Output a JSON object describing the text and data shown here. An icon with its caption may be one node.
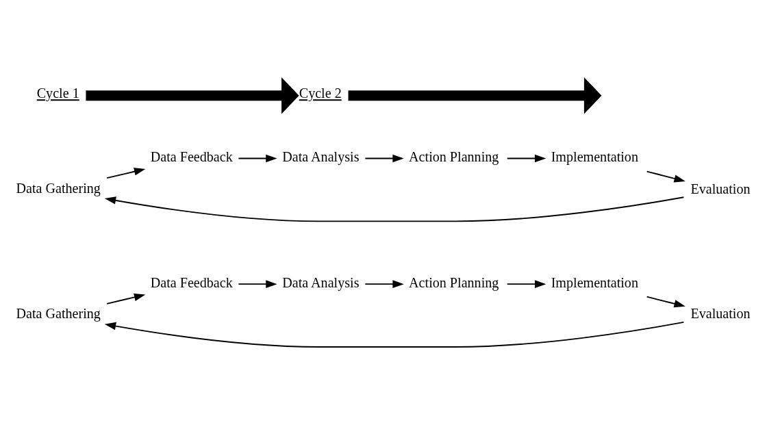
{
  "diagram": {
    "nodes": [
      {
        "text": [
          "Data Gathering"
        ]
      },
      {
        "text": [
          "Data Feedback"
        ]
      },
      {
        "text": [
          "Data Analysis"
        ]
      },
      {
        "text": [
          "Action Planning"
        ]
      },
      {
        "text": [
          "Implementation"
        ]
      },
      {
        "text": [
          "Evaluation"
        ]
      },
      {
        "text": [
          "Data Gathering"
        ]
      },
      {
        "text": [
          "Data Feedback"
        ]
      },
      {
        "text": [
          "Data Analysis"
        ]
      },
      {
        "text": [
          "Action Planning"
        ]
      },
      {
        "text": [
          "Implementation"
        ]
      },
      {
        "text": [
          "Evaluation"
        ]
      },
      {
        "text": [
          "Cycle 1"
        ]
      },
      {
        "text": [
          "Cycle 2"
        ]
      }
    ],
    "edges": [
      {
        "from": 0,
        "to": 1,
        "arrow": "to"
      },
      {
        "from": 1,
        "to": 2,
        "arrow": "to"
      },
      {
        "from": 2,
        "to": 3,
        "arrow": "to"
      },
      {
        "from": 3,
        "to": 4,
        "arrow": "to"
      },
      {
        "from": 4,
        "to": 5,
        "arrow": "to"
      },
      {
        "from": 5,
        "to": 0,
        "arrow": "to"
      },
      {
        "from": 6,
        "to": 7,
        "arrow": "to"
      },
      {
        "from": 7,
        "to": 8,
        "arrow": "to"
      },
      {
        "from": 8,
        "to": 9,
        "arrow": "to"
      },
      {
        "from": 9,
        "to": 10,
        "arrow": "to"
      },
      {
        "from": 10,
        "to": 11,
        "arrow": "to"
      },
      {
        "from": 11,
        "to": 6,
        "arrow": "to"
      },
      {
        "from": 12,
        "to": 13,
        "arrow": "to",
        "style": "thick"
      },
      {
        "from": 13,
        "to": null,
        "arrow": "to",
        "style": "thick"
      }
    ]
  }
}
